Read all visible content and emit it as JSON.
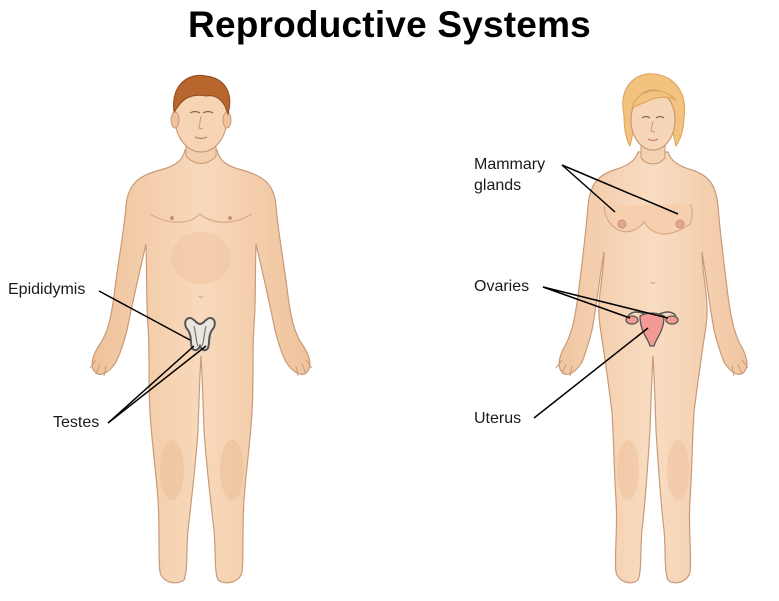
{
  "title": "Reproductive Systems",
  "colors": {
    "skin": "#f6d4b4",
    "skin_shade": "#ecbc95",
    "skin_outline": "#c99a78",
    "male_hair": "#b8652e",
    "female_hair": "#f2c27e",
    "uterus": "#f29a93",
    "organ_outline": "#555555",
    "leader_line": "#000000"
  },
  "male": {
    "labels": {
      "epididymis": "Epididymis",
      "testes": "Testes"
    }
  },
  "female": {
    "labels": {
      "mammary_line1": "Mammary",
      "mammary_line2": "glands",
      "ovaries": "Ovaries",
      "uterus": "Uterus"
    }
  }
}
